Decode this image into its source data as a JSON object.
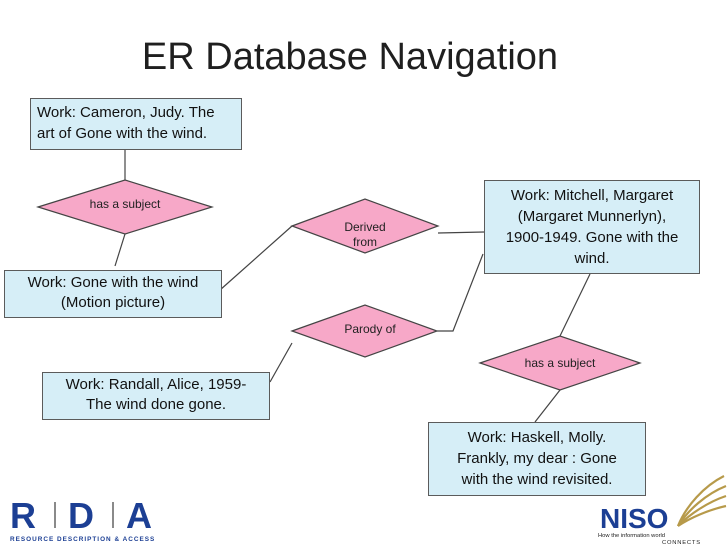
{
  "title": "ER Database Navigation",
  "works": {
    "cameron": [
      "Work: Cameron, Judy. The",
      "art of Gone with the wind."
    ],
    "gone_motion": [
      "Work: Gone with the wind",
      "(Motion picture)"
    ],
    "randall": [
      "Work: Randall, Alice, 1959-",
      "The wind done gone."
    ],
    "mitchell": [
      "Work: Mitchell, Margaret",
      "(Margaret Munnerlyn),",
      "1900-1949. Gone with the",
      "wind."
    ],
    "haskell": [
      "Work: Haskell, Molly.",
      "Frankly, my dear : Gone",
      "with the wind revisited."
    ]
  },
  "relationships": {
    "has_subject_1": "has a subject",
    "derived_from": [
      "Derived",
      "from"
    ],
    "parody_of": "Parody of",
    "has_subject_2": "has a subject"
  },
  "logos": {
    "rda": {
      "letters": [
        "R",
        "D",
        "A"
      ],
      "tagline": "RESOURCE DESCRIPTION & ACCESS"
    },
    "niso": {
      "name": "NISO",
      "tagline": [
        "How the information world",
        "CONNECTS"
      ]
    }
  },
  "colors": {
    "box_fill": "#d6eef7",
    "diamond_fill": "#f7a8c8",
    "outline": "#444444",
    "rda_blue": "#1c3f94",
    "niso_blue": "#1c3f94",
    "niso_gold": "#b79a4a"
  }
}
